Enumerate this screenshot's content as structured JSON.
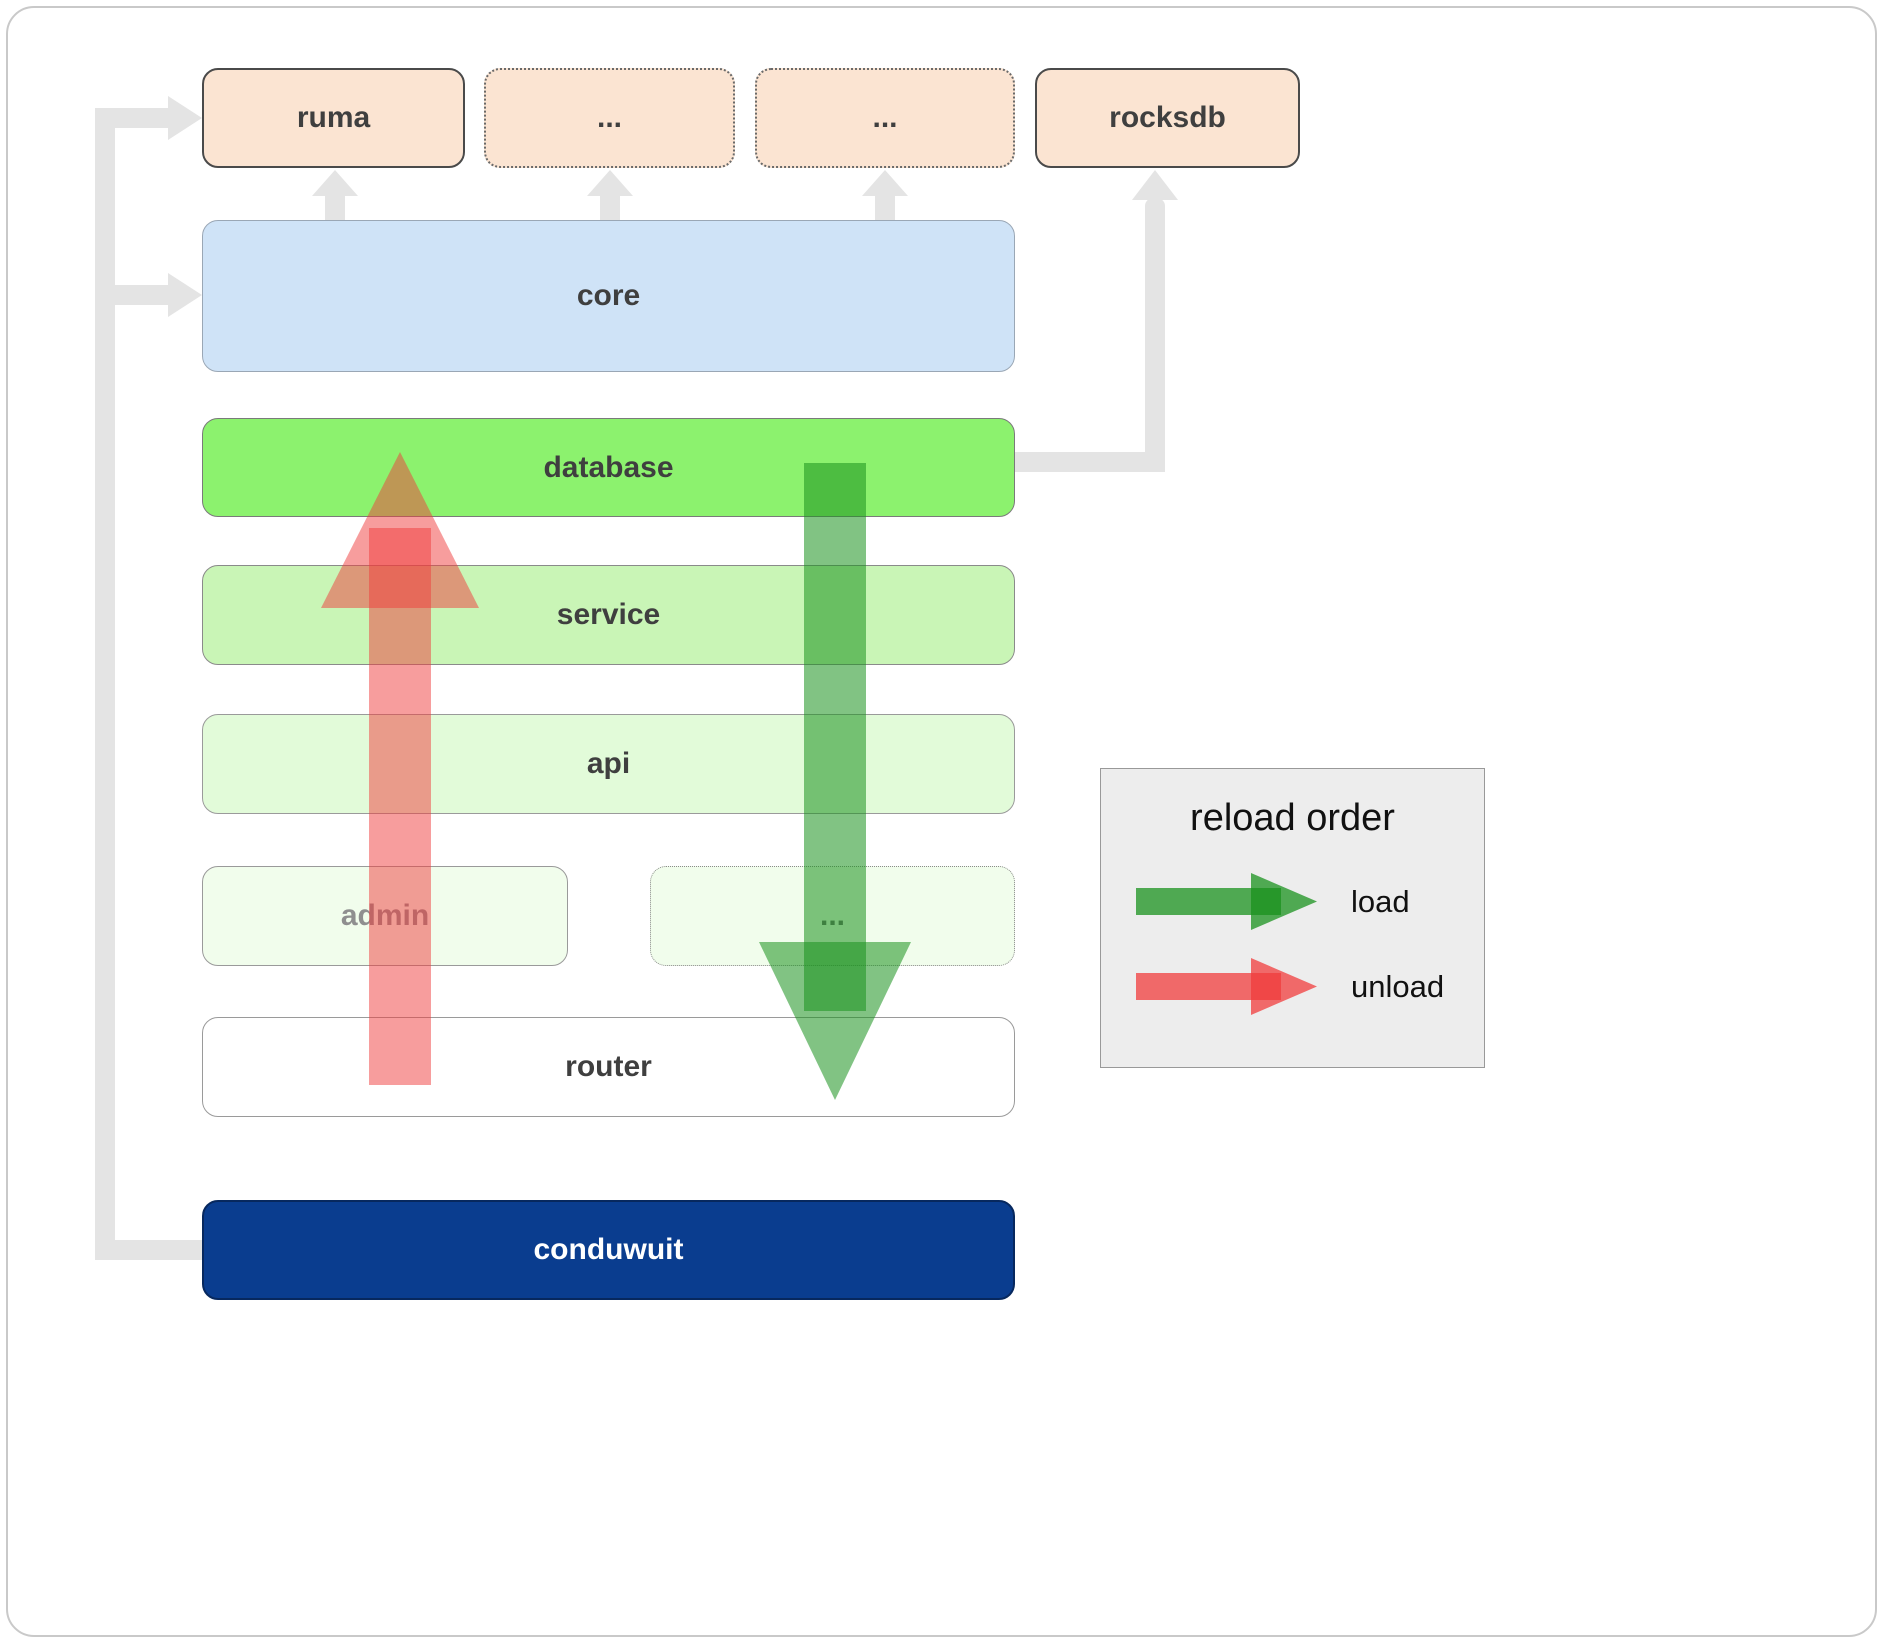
{
  "boxes": {
    "ruma": "ruma",
    "ellipsis_top_1": "...",
    "ellipsis_top_2": "...",
    "rocksdb": "rocksdb",
    "core": "core",
    "database": "database",
    "service": "service",
    "api": "api",
    "admin": "admin",
    "ellipsis_mid": "...",
    "router": "router",
    "conduwuit": "conduwuit"
  },
  "legend": {
    "title": "reload order",
    "items": [
      {
        "label": "load",
        "color": "#1a921e"
      },
      {
        "label": "unload",
        "color": "#f03c3c"
      }
    ]
  },
  "colors": {
    "box_peach": "#fbe4d2",
    "box_blue": "#cfe3f7",
    "box_green_1": "#8cf26e",
    "box_green_2": "#c9f5b6",
    "box_green_3": "#e2fbd9",
    "box_green_4": "#f1fdec",
    "box_navy": "#0a3d8f",
    "connector_gray": "#e4e4e4",
    "load_arrow": "#1a921e",
    "unload_arrow": "#f03c3c"
  }
}
